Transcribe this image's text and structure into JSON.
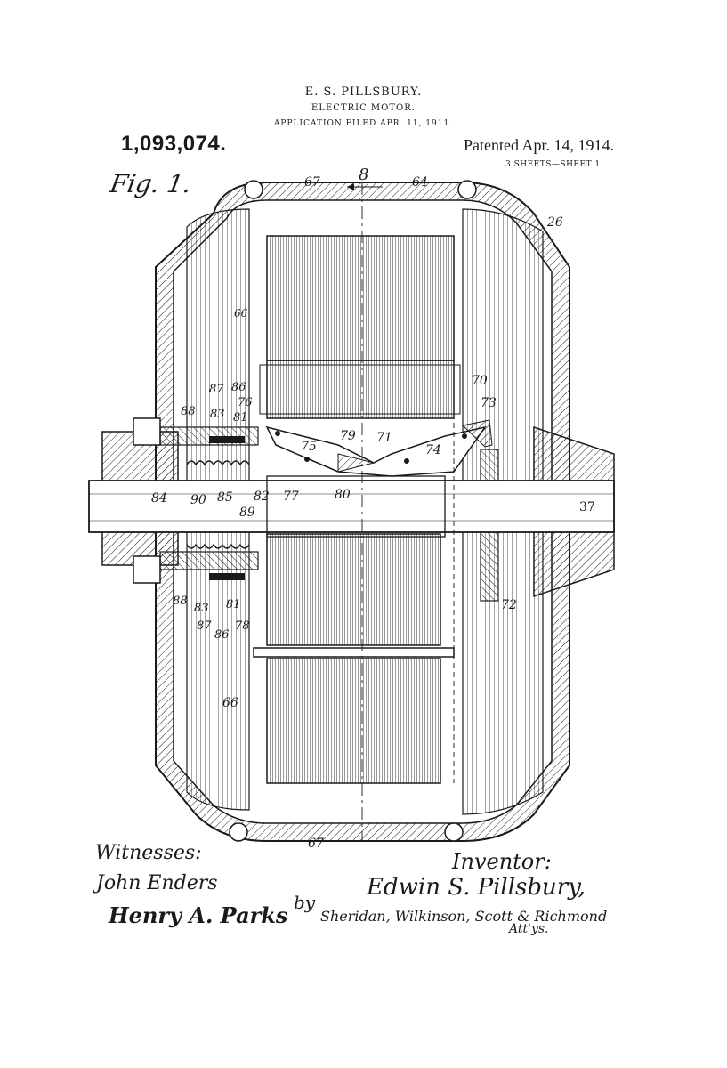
{
  "header": {
    "inventor_name": "E. S. PILLSBURY.",
    "title": "ELECTRIC MOTOR.",
    "application_filed": "APPLICATION FILED APR. 11, 1911.",
    "patent_number": "1,093,074.",
    "patented_date": "Patented Apr. 14, 1914.",
    "sheet": "3 SHEETS—SHEET 1."
  },
  "figure": {
    "label": "Fig. 1.",
    "section_mark": "8",
    "reference_numerals": [
      {
        "id": "ref-67-top",
        "text": "67"
      },
      {
        "id": "ref-64",
        "text": "64"
      },
      {
        "id": "ref-26",
        "text": "26"
      },
      {
        "id": "ref-66-top",
        "text": "66"
      },
      {
        "id": "ref-70",
        "text": "70"
      },
      {
        "id": "ref-87-top",
        "text": "87"
      },
      {
        "id": "ref-86-top",
        "text": "86"
      },
      {
        "id": "ref-76",
        "text": "76"
      },
      {
        "id": "ref-88-top",
        "text": "88"
      },
      {
        "id": "ref-83-top",
        "text": "83"
      },
      {
        "id": "ref-81-top",
        "text": "81"
      },
      {
        "id": "ref-73",
        "text": "73"
      },
      {
        "id": "ref-75",
        "text": "75"
      },
      {
        "id": "ref-79",
        "text": "79"
      },
      {
        "id": "ref-71",
        "text": "71"
      },
      {
        "id": "ref-74",
        "text": "74"
      },
      {
        "id": "ref-84",
        "text": "84"
      },
      {
        "id": "ref-90",
        "text": "90"
      },
      {
        "id": "ref-85",
        "text": "85"
      },
      {
        "id": "ref-82",
        "text": "82"
      },
      {
        "id": "ref-77",
        "text": "77"
      },
      {
        "id": "ref-80",
        "text": "80"
      },
      {
        "id": "ref-89",
        "text": "89"
      },
      {
        "id": "ref-37",
        "text": "37"
      },
      {
        "id": "ref-72",
        "text": "72"
      },
      {
        "id": "ref-88-bot",
        "text": "88"
      },
      {
        "id": "ref-83-bot",
        "text": "83"
      },
      {
        "id": "ref-81-bot",
        "text": "81"
      },
      {
        "id": "ref-87-bot",
        "text": "87"
      },
      {
        "id": "ref-86-bot",
        "text": "86"
      },
      {
        "id": "ref-78",
        "text": "78"
      },
      {
        "id": "ref-66-bot",
        "text": "66"
      },
      {
        "id": "ref-67-bot",
        "text": "67"
      }
    ]
  },
  "signatures": {
    "witnesses_label": "Witnesses:",
    "witness_1": "John Enders",
    "witness_2": "Henry A. Parks",
    "inventor_label": "Inventor:",
    "inventor_signature": "Edwin S. Pillsbury,",
    "by": "by",
    "attorneys": "Sheridan, Wilkinson, Scott & Richmond",
    "attorneys_suffix": "Att'ys."
  },
  "colors": {
    "ink": "#1a1a1a",
    "paper": "#ffffff"
  }
}
